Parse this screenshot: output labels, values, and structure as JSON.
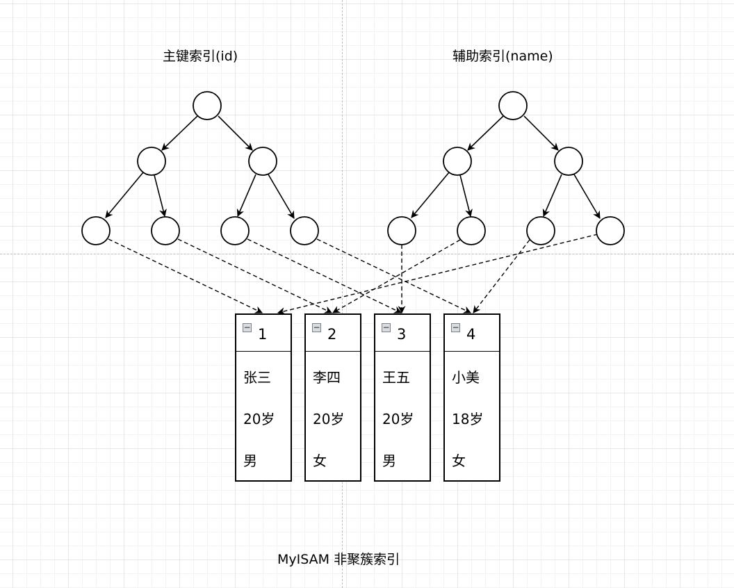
{
  "titles": {
    "primary_index": "主键索引(id)",
    "secondary_index": "辅助索引(name)",
    "caption": "MyISAM 非聚簇索引"
  },
  "records": [
    {
      "id": "1",
      "name": "张三",
      "age": "20岁",
      "gender": "男"
    },
    {
      "id": "2",
      "name": "李四",
      "age": "20岁",
      "gender": "女"
    },
    {
      "id": "3",
      "name": "王五",
      "age": "20岁",
      "gender": "男"
    },
    {
      "id": "4",
      "name": "小美",
      "age": "18岁",
      "gender": "女"
    }
  ],
  "icons": {
    "record_toggle": "collapse-minus-icon"
  },
  "colors": {
    "line": "#000000",
    "node_fill": "#ffffff",
    "guide": "#bdbdbd"
  }
}
